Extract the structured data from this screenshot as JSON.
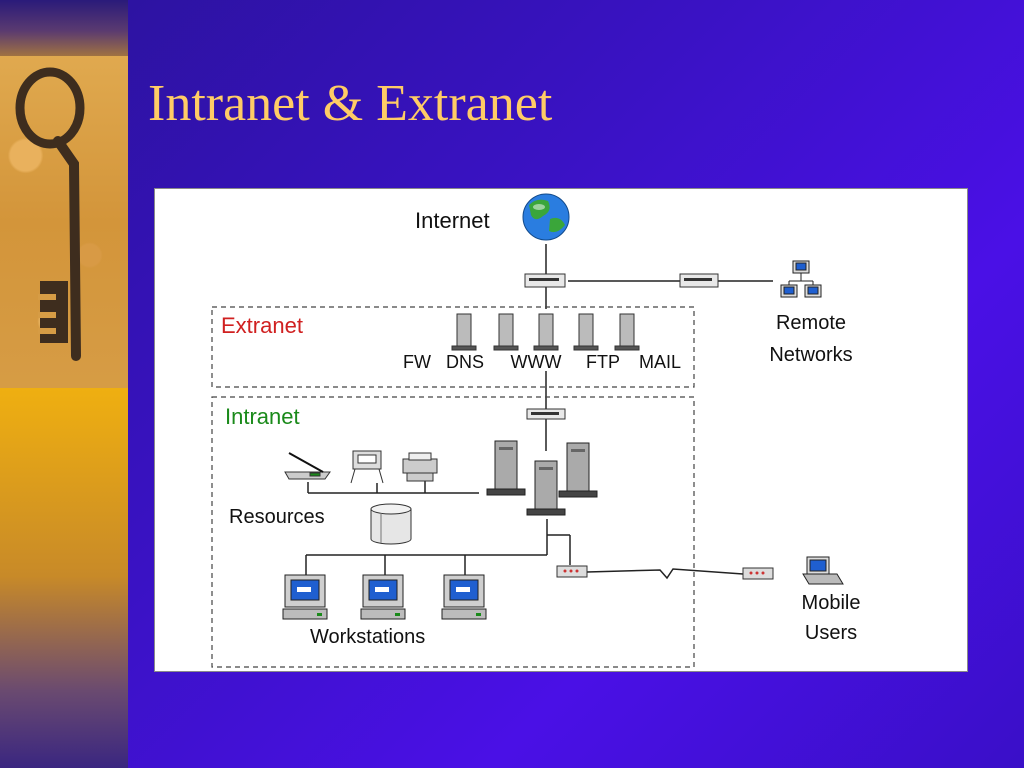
{
  "slide": {
    "title": "Intranet & Extranet"
  },
  "diagram": {
    "internet_label": "Internet",
    "extranet_label": "Extranet",
    "intranet_label": "Intranet",
    "server_labels": [
      "FW",
      "DNS",
      "WWW",
      "FTP",
      "MAIL"
    ],
    "remote_label_line1": "Remote",
    "remote_label_line2": "Networks",
    "resources_label": "Resources",
    "workstations_label": "Workstations",
    "mobile_label_line1": "Mobile",
    "mobile_label_line2": "Users"
  },
  "colors": {
    "title": "#ffcc66",
    "extranet": "#d02020",
    "intranet": "#1a8a1a"
  }
}
